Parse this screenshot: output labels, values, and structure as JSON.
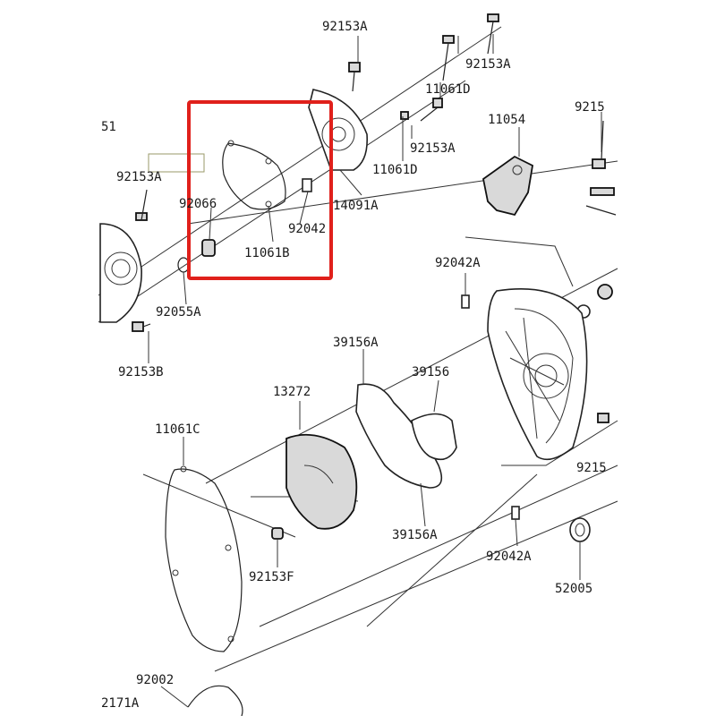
{
  "highlight": {
    "color": "#e0201b"
  },
  "labels": {
    "p92153A_top": "92153A",
    "p92153A_top_right": "92153A",
    "p11061D_top": "11061D",
    "p92153A_mid": "92153A",
    "p11061D_mid": "11061D",
    "p11054": "11054",
    "p9215_right_top": "9215",
    "p51": "51",
    "p92153A_left": "92153A",
    "p92066": "92066",
    "p92042_box": "92042",
    "p14091A": "14091A",
    "p11061B": "11061B",
    "p92042A_top": "92042A",
    "p92055A": "92055A",
    "p92153B": "92153B",
    "p39156A_top": "39156A",
    "p39156": "39156",
    "p13272": "13272",
    "p11061C": "11061C",
    "p9215_right_mid": "9215",
    "p92153F": "92153F",
    "p39156A_bottom": "39156A",
    "p92042A_bottom": "92042A",
    "p52005": "52005",
    "p92002": "92002",
    "p2171A": "2171A"
  }
}
